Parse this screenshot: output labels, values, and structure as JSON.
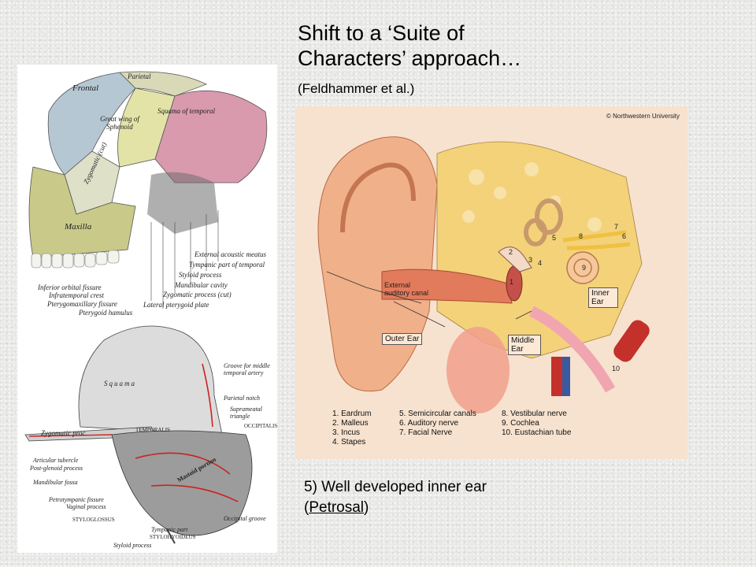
{
  "slide": {
    "title_line1": "Shift to a ‘Suite of",
    "title_line2": "Characters’ approach…",
    "citation": "(Feldhammer et al.)",
    "caption_line1": "5) Well developed inner ear",
    "caption_open": "(",
    "caption_term": "Petrosal",
    "caption_close": ")"
  },
  "skull_figure": {
    "regions": {
      "frontal": "Frontal",
      "parietal": "Parietal",
      "great_wing": "Great wing of Sphenoid",
      "squama": "Squama of temporal",
      "zygomatic": "Zygomatic (cut)",
      "maxilla": "Maxilla"
    },
    "labels": [
      "External acoustic meatus",
      "Tympanic part of temporal",
      "Styloid process",
      "Mandibular cavity",
      "Zygomatic process (cut)",
      "Lateral pterygoid plate",
      "Inferior orbital fissure",
      "Infratemporal crest",
      "Pterygomaxillary fissure",
      "Pterygoid hamulus"
    ]
  },
  "temporal_figure": {
    "labels": [
      "Squama",
      "Groove for middle temporal artery",
      "Parietal notch",
      "Suprameatal triangle",
      "OCCIPITALIS",
      "Zygomatic proc.",
      "TEMPORALIS",
      "Articular tubercle",
      "Post-glenoid process",
      "Mandibular fossa",
      "Petrotympanic fissure",
      "Vaginal process",
      "STYLOGLOSSUS",
      "Mastoid portion",
      "Occipital groove",
      "Tympanic part",
      "STYLOHYOIDEUS",
      "Styloid process"
    ]
  },
  "ear_figure": {
    "copyright": "© Northwestern University",
    "labels": {
      "external_canal": "External auditory canal",
      "outer_ear": "Outer Ear",
      "middle_ear": "Middle Ear",
      "inner_ear": "Inner Ear"
    },
    "numbers": [
      "1",
      "2",
      "3",
      "4",
      "5",
      "6",
      "7",
      "8",
      "9",
      "10"
    ],
    "legend": [
      "1. Eardrum",
      "5. Semicircular canals",
      "8. Vestibular nerve",
      "2. Malleus",
      "6. Auditory nerve",
      "9. Cochlea",
      "3. Incus",
      "7. Facial Nerve",
      "10. Eustachian tube",
      "4. Stapes",
      "",
      ""
    ]
  }
}
